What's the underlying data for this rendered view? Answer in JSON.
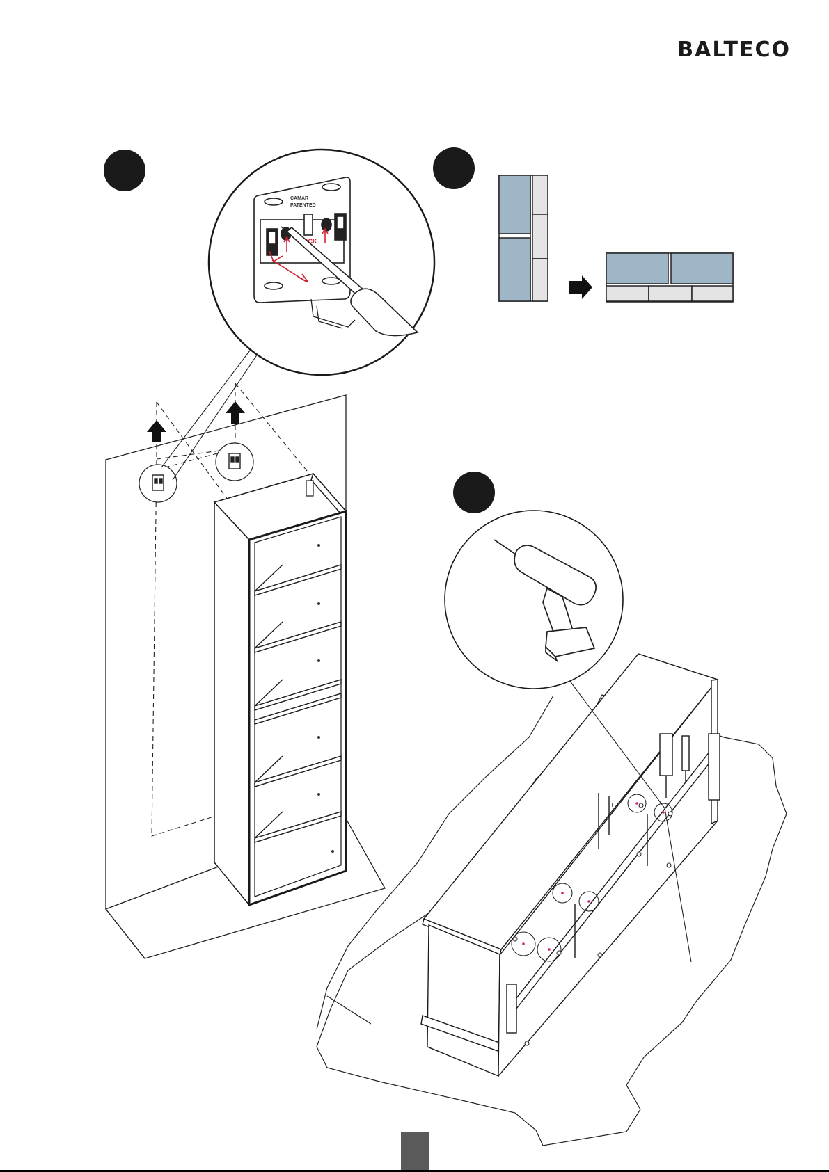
{
  "header": {
    "brand_logo": "BALTECO"
  },
  "bracket_detail": {
    "brand_line": "CAMAR",
    "patent_line": "PATENTED",
    "lock_label": "LOCK"
  },
  "colors": {
    "panel_blue": "#9fb6c6",
    "lock_red": "#d0202f",
    "marker": "#1a1a1a",
    "page_tab": "#5a5a5a"
  },
  "icons": [
    "drill-icon",
    "arrow-right-icon",
    "arrow-up-icon",
    "screwdriver-icon"
  ]
}
